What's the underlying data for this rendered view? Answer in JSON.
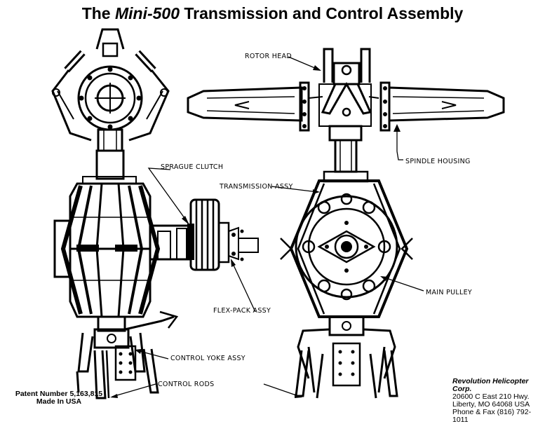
{
  "title": {
    "prefix": "The ",
    "model": "Mini-500",
    "suffix": " Transmission and Control Assembly"
  },
  "callouts": {
    "rotor_head": "ROTOR HEAD",
    "sprague_clutch": "SPRAGUE CLUTCH",
    "transmission_assy": "TRANSMISSION ASSY",
    "spindle_housing": "SPINDLE HOUSING",
    "main_pulley": "MAIN PULLEY",
    "flex_pack_assy": "FLEX-PACK ASSY",
    "control_yoke_assy": "CONTROL YOKE ASSY",
    "control_rods": "CONTROL RODS"
  },
  "footer": {
    "patent_line": "Patent Number 5,163,815",
    "made_in": "Made In USA",
    "company_name": "Revolution Helicopter Corp.",
    "address_line1": "20600 C East 210 Hwy.",
    "address_line2": "Liberty, MO 64068 USA",
    "phone": "Phone & Fax (816) 792-1011"
  }
}
